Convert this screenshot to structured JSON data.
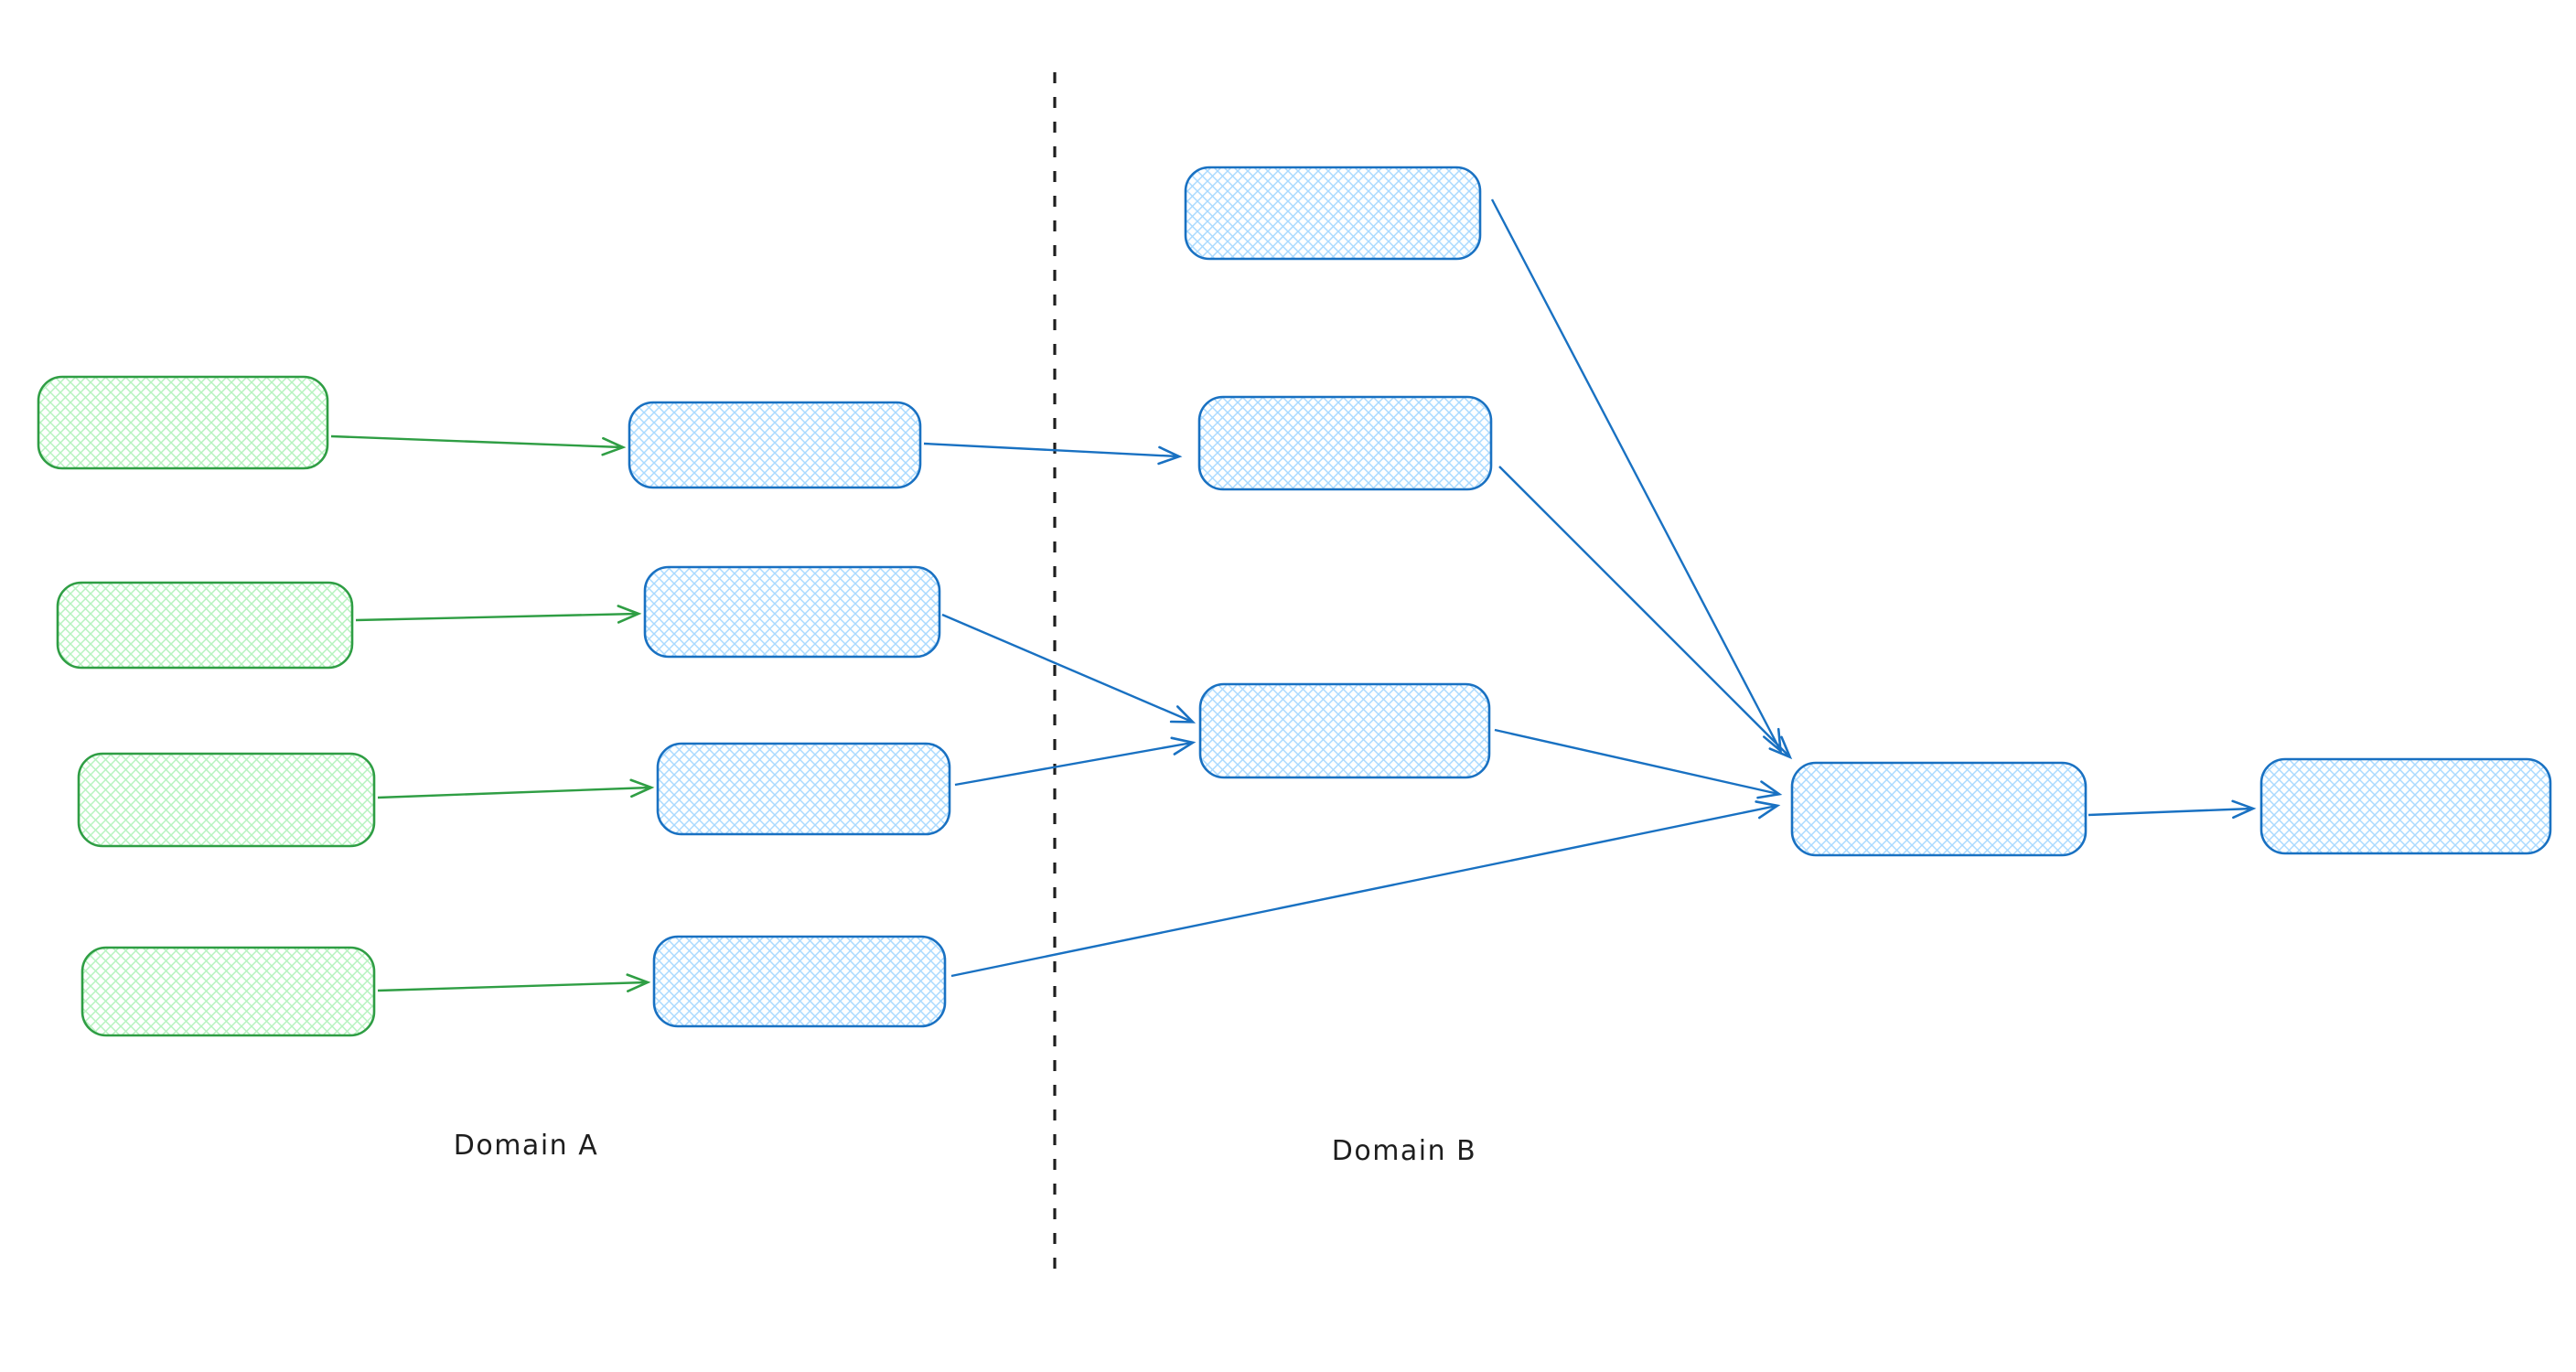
{
  "diagram": {
    "labels": {
      "domain_a": "Domain A",
      "domain_b": "Domain B"
    },
    "colors": {
      "green_stroke": "#2f9e44",
      "green_fill": "#b2f2bb",
      "blue_stroke": "#1971c2",
      "blue_fill": "#a5d8ff",
      "ink": "#1e1e1e",
      "background": "#ffffff"
    },
    "nodes": [
      {
        "id": "a1",
        "color": "green",
        "region": "Domain A"
      },
      {
        "id": "a2",
        "color": "green",
        "region": "Domain A"
      },
      {
        "id": "a3",
        "color": "green",
        "region": "Domain A"
      },
      {
        "id": "a4",
        "color": "green",
        "region": "Domain A"
      },
      {
        "id": "b1",
        "color": "blue",
        "region": "Domain A"
      },
      {
        "id": "b2",
        "color": "blue",
        "region": "Domain A"
      },
      {
        "id": "b3",
        "color": "blue",
        "region": "Domain A"
      },
      {
        "id": "b4",
        "color": "blue",
        "region": "Domain A"
      },
      {
        "id": "c1",
        "color": "blue",
        "region": "Domain B"
      },
      {
        "id": "c2",
        "color": "blue",
        "region": "Domain B"
      },
      {
        "id": "c3",
        "color": "blue",
        "region": "Domain B"
      },
      {
        "id": "hub",
        "color": "blue",
        "region": "Domain B"
      },
      {
        "id": "out",
        "color": "blue",
        "region": "Domain B"
      }
    ],
    "edges": [
      {
        "from": "a1",
        "to": "b1",
        "color": "green"
      },
      {
        "from": "a2",
        "to": "b2",
        "color": "green"
      },
      {
        "from": "a3",
        "to": "b3",
        "color": "green"
      },
      {
        "from": "a4",
        "to": "b4",
        "color": "green"
      },
      {
        "from": "b1",
        "to": "c2",
        "color": "blue"
      },
      {
        "from": "b2",
        "to": "c3",
        "color": "blue"
      },
      {
        "from": "b3",
        "to": "c3",
        "color": "blue"
      },
      {
        "from": "b4",
        "to": "hub",
        "color": "blue"
      },
      {
        "from": "c1",
        "to": "hub",
        "color": "blue"
      },
      {
        "from": "c2",
        "to": "hub",
        "color": "blue"
      },
      {
        "from": "c3",
        "to": "hub",
        "color": "blue"
      },
      {
        "from": "hub",
        "to": "out",
        "color": "blue"
      }
    ],
    "divider": {
      "style": "dashed",
      "orientation": "vertical"
    }
  }
}
